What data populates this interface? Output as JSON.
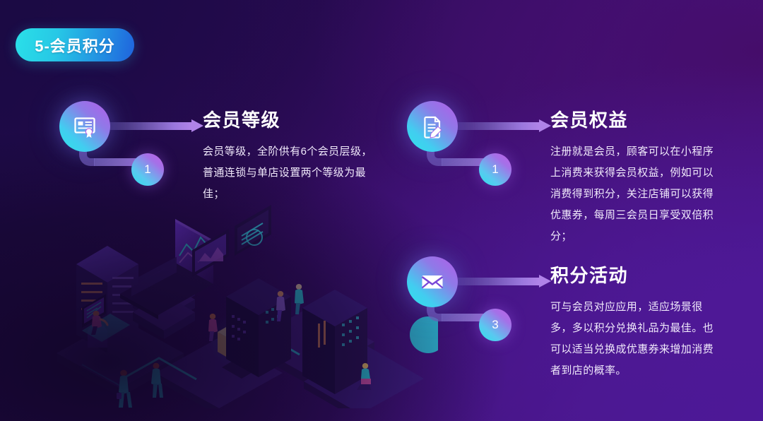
{
  "slide": {
    "title_badge": "5-会员积分",
    "background_colors": {
      "top_left": "#1c0b47",
      "top_right": "#450d6a",
      "bottom_right": "#4b189a",
      "accent_cyan": "#2ae0e8",
      "accent_blue": "#1f63dd",
      "accent_purple": "#b083e8"
    }
  },
  "blocks": [
    {
      "id": "membership-level",
      "icon": "certificate-icon",
      "badge": "1",
      "heading": "会员等级",
      "body": "会员等级，全阶供有6个会员层级，普通连锁与单店设置两个等级为最佳；"
    },
    {
      "id": "membership-benefits",
      "icon": "document-pen-icon",
      "badge": "1",
      "heading": "会员权益",
      "body": "注册就是会员，顾客可以在小程序上消费来获得会员权益，例如可以消费得到积分，关注店铺可以获得优惠券，每周三会员日享受双倍积分；"
    },
    {
      "id": "points-activity",
      "icon": "envelope-icon",
      "badge": "3",
      "heading": "积分活动",
      "body": "可与会员对应应用，适应场景很多，多以积分兑换礼品为最佳。也可以适当兑换成优惠券来增加消费者到店的概率。"
    }
  ],
  "illustration": {
    "name": "isometric-data-center-illustration",
    "description": "等距科技城市插画"
  }
}
